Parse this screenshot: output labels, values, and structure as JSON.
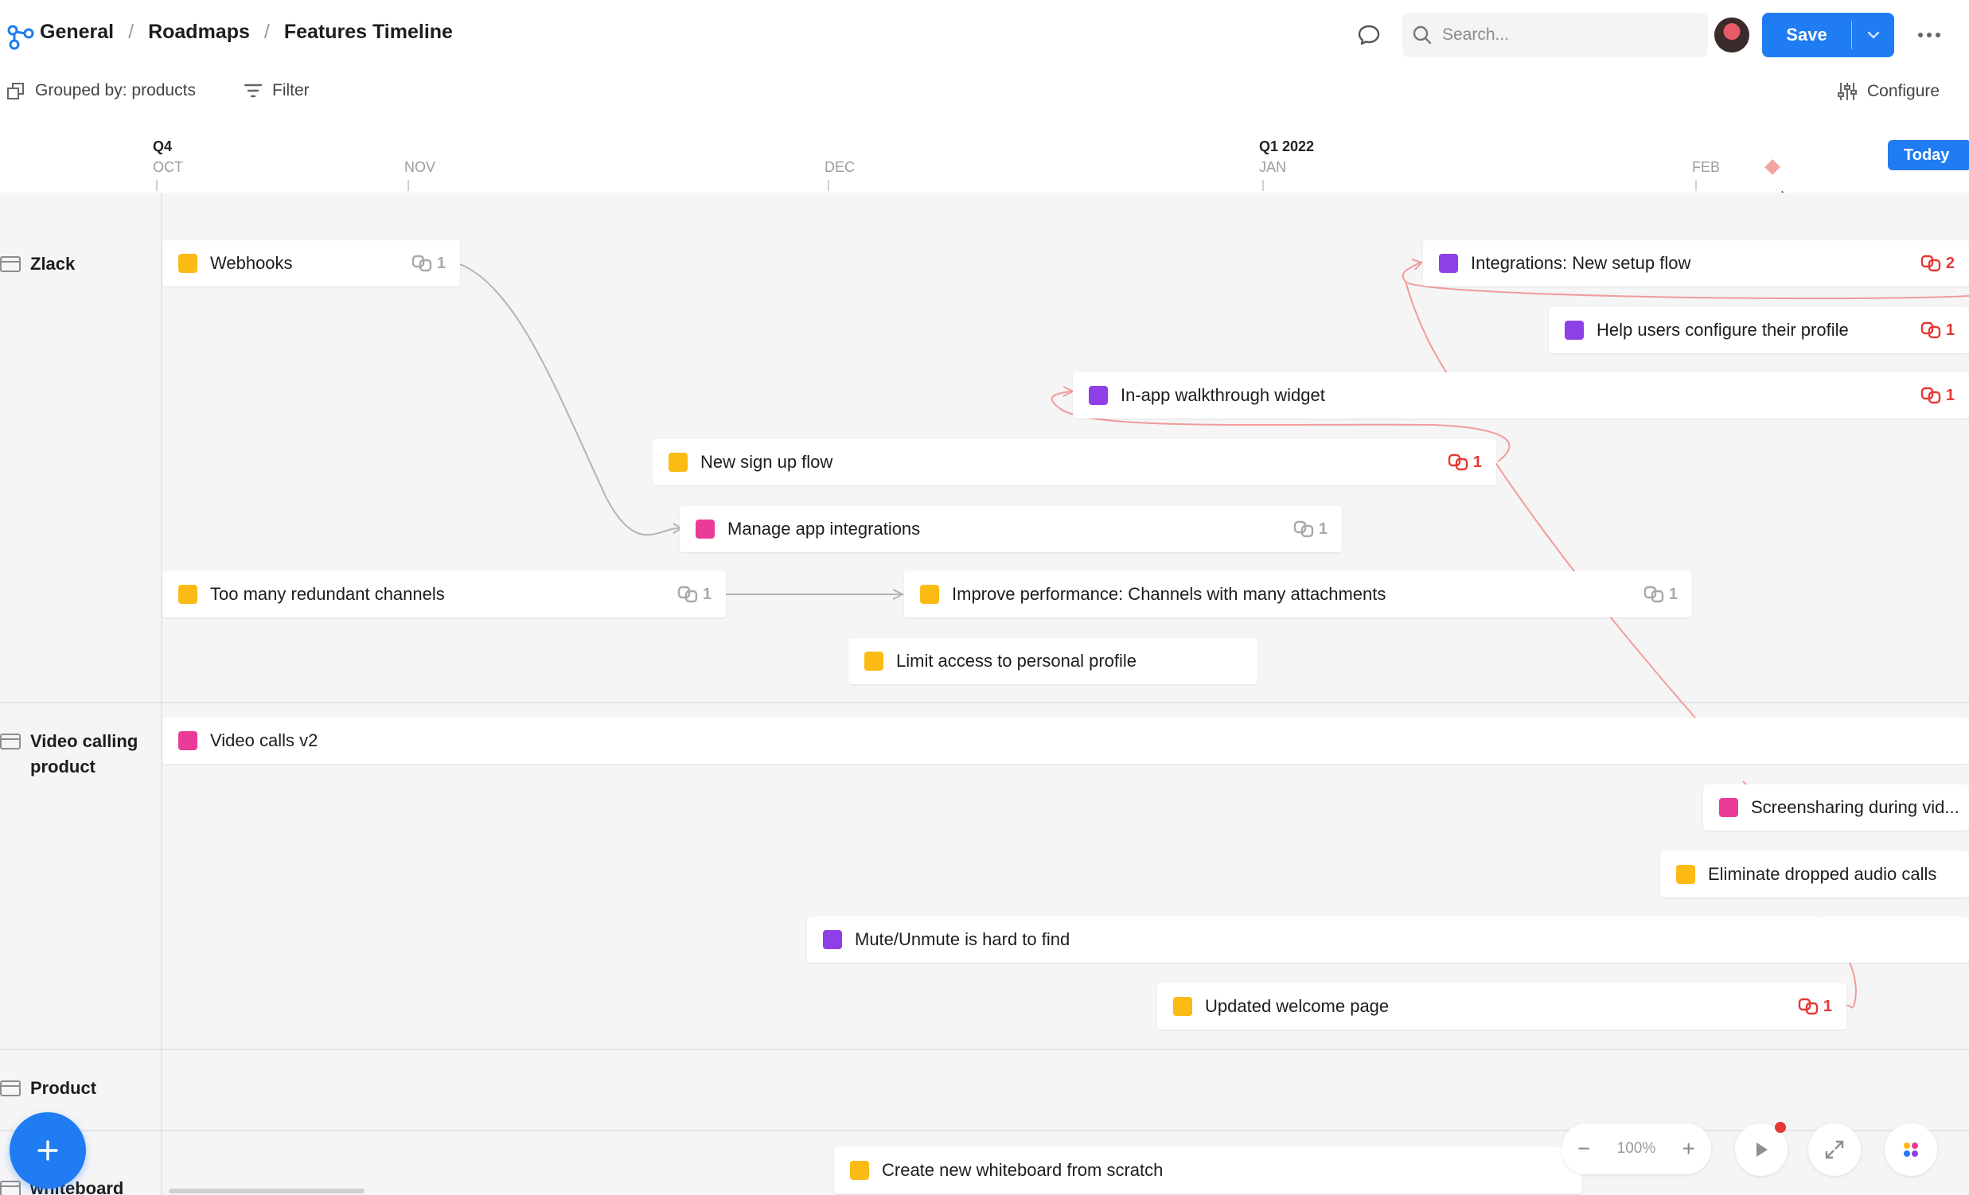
{
  "breadcrumb": [
    "General",
    "Roadmaps",
    "Features Timeline"
  ],
  "search": {
    "placeholder": "Search..."
  },
  "save_label": "Save",
  "toolbar": {
    "grouped_by": "Grouped by: products",
    "filter": "Filter",
    "configure": "Configure"
  },
  "axis": {
    "quarters": [
      "Q4",
      "Q1 2022"
    ],
    "months": [
      "OCT",
      "NOV",
      "DEC",
      "JAN",
      "FEB"
    ],
    "today_label": "Today"
  },
  "lanes": [
    {
      "label": "Zlack"
    },
    {
      "label": "Video calling product"
    },
    {
      "label": "Product"
    },
    {
      "label": "whiteboard"
    }
  ],
  "colors": {
    "yellow": "#fbba14",
    "purple": "#8e3fe8",
    "pink": "#ea3b98",
    "accent": "#1f7cf2",
    "link_red": "#e53935"
  },
  "cards": [
    {
      "title": "Webhooks",
      "color": "yellow",
      "links": "1",
      "link_style": "gray"
    },
    {
      "title": "Integrations: New setup flow",
      "color": "purple",
      "links": "2",
      "link_style": "red"
    },
    {
      "title": "Help users configure their profile",
      "color": "purple",
      "links": "1",
      "link_style": "red"
    },
    {
      "title": "In-app walkthrough widget",
      "color": "purple",
      "links": "1",
      "link_style": "red"
    },
    {
      "title": "New sign up flow",
      "color": "yellow",
      "links": "1",
      "link_style": "red"
    },
    {
      "title": "Manage app integrations",
      "color": "pink",
      "links": "1",
      "link_style": "gray"
    },
    {
      "title": "Too many redundant channels",
      "color": "yellow",
      "links": "1",
      "link_style": "gray"
    },
    {
      "title": "Improve performance: Channels with many attachments",
      "color": "yellow",
      "links": "1",
      "link_style": "gray"
    },
    {
      "title": "Limit access to personal profile",
      "color": "yellow",
      "links": "",
      "link_style": "none"
    },
    {
      "title": "Video calls v2",
      "color": "pink",
      "links": "",
      "link_style": "none"
    },
    {
      "title": "Screensharing during vid...",
      "color": "pink",
      "links": "",
      "link_style": "none"
    },
    {
      "title": "Eliminate dropped audio calls",
      "color": "yellow",
      "links": "",
      "link_style": "none"
    },
    {
      "title": "Mute/Unmute is hard to find",
      "color": "purple",
      "links": "",
      "link_style": "none"
    },
    {
      "title": "Updated welcome page",
      "color": "yellow",
      "links": "1",
      "link_style": "red"
    },
    {
      "title": "Create new whiteboard from scratch",
      "color": "yellow",
      "links": "",
      "link_style": "none"
    }
  ],
  "zoom": {
    "level": "100%"
  }
}
